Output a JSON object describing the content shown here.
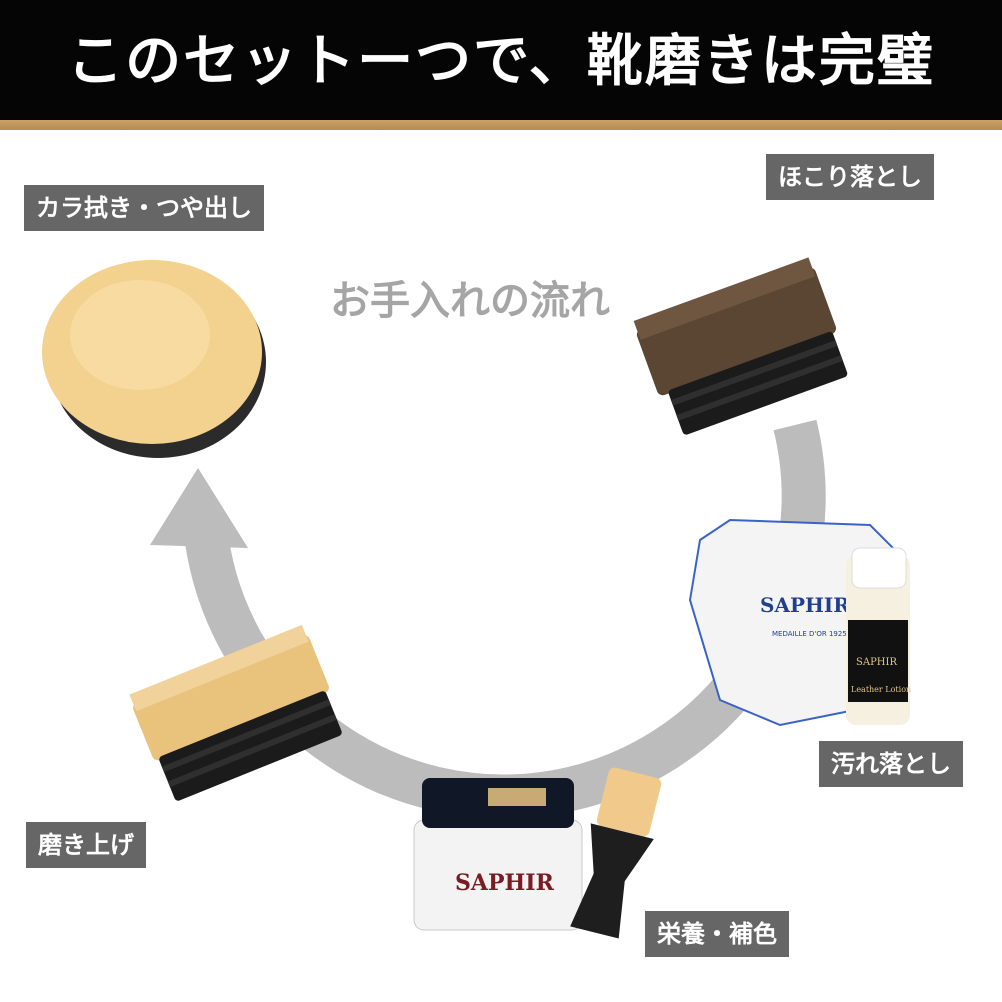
{
  "header": {
    "title": "このセットーつで、靴磨きは完璧"
  },
  "flow": {
    "title": "お手入れの流れ"
  },
  "steps": [
    {
      "label": "ほこり落とし"
    },
    {
      "label": "汚れ落とし"
    },
    {
      "label": "栄養・補色"
    },
    {
      "label": "磨き上げ"
    },
    {
      "label": "カラ拭き・つや出し"
    }
  ],
  "products": {
    "cloth_brand": "SAPHIR",
    "cloth_caption": "MEDAILLE D'OR 1925 PARIS",
    "bottle_brand": "SAPHIR",
    "bottle_caption": "Leather Lotion",
    "jar_brand": "SAPHIR"
  },
  "colors": {
    "header_bg": "#050505",
    "accent_gold": "#c29a5e",
    "label_bg": "#666666",
    "arrow_gray": "#bcbcbc",
    "brand_blue": "#1f3f8f"
  }
}
